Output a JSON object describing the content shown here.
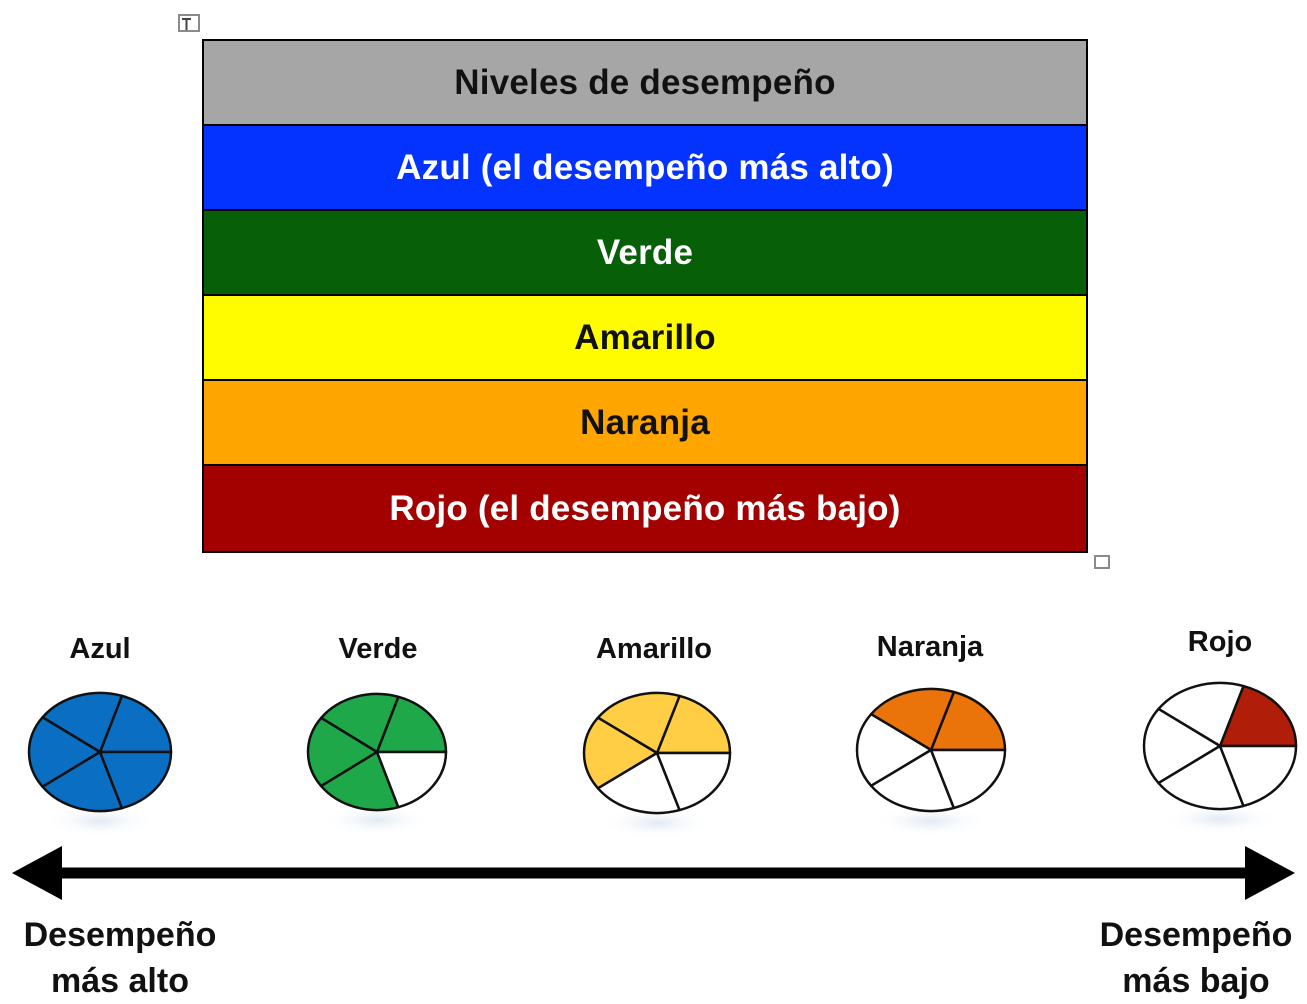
{
  "table": {
    "header": "Niveles de desempeño",
    "rows": [
      {
        "label": "Azul (el desempeño más alto)",
        "color": "#0433ff"
      },
      {
        "label": "Verde",
        "color": "#075f07"
      },
      {
        "label": "Amarillo",
        "color": "#fffc00"
      },
      {
        "label": "Naranja",
        "color": "#ffa500"
      },
      {
        "label": "Rojo (el desempeño más bajo)",
        "color": "#a30000"
      }
    ]
  },
  "scale": {
    "pies": [
      {
        "label": "Azul",
        "filled_slices": 5,
        "total_slices": 5,
        "color": "#0a6fc2"
      },
      {
        "label": "Verde",
        "filled_slices": 4,
        "total_slices": 5,
        "color": "#1ea84a"
      },
      {
        "label": "Amarillo",
        "filled_slices": 3,
        "total_slices": 5,
        "color": "#ffce44"
      },
      {
        "label": "Naranja",
        "filled_slices": 2,
        "total_slices": 5,
        "color": "#ea740a"
      },
      {
        "label": "Rojo",
        "filled_slices": 1,
        "total_slices": 5,
        "color": "#b01e0a"
      }
    ],
    "left_end": {
      "line1": "Desempeño",
      "line2": "más alto"
    },
    "right_end": {
      "line1": "Desempeño",
      "line2": "más bajo"
    }
  }
}
